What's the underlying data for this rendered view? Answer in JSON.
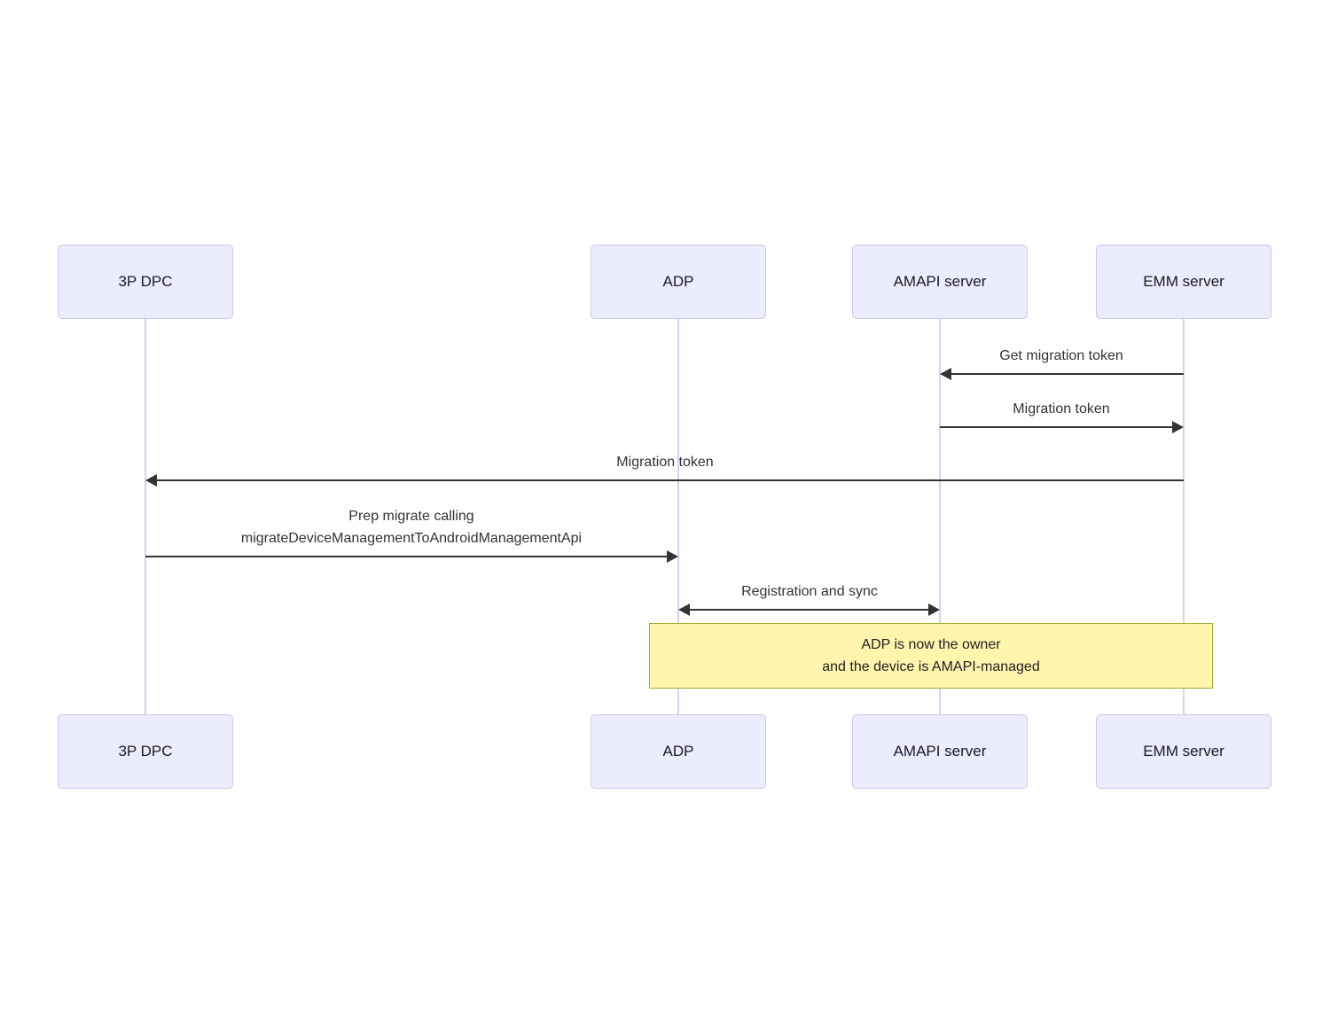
{
  "diagram": {
    "type": "sequence-diagram",
    "participants": [
      {
        "label": "3P DPC"
      },
      {
        "label": "ADP"
      },
      {
        "label": "AMAPI server"
      },
      {
        "label": "EMM server"
      }
    ],
    "messages": [
      {
        "label": "Get migration token",
        "from": "EMM server",
        "to": "AMAPI server",
        "direction": "left"
      },
      {
        "label": "Migration token",
        "from": "AMAPI server",
        "to": "EMM server",
        "direction": "right"
      },
      {
        "label": "Migration token",
        "from": "EMM server",
        "to": "3P DPC",
        "direction": "left"
      },
      {
        "line1": "Prep migrate calling",
        "line2": "migrateDeviceManagementToAndroidManagementApi",
        "from": "3P DPC",
        "to": "ADP",
        "direction": "right"
      },
      {
        "label": "Registration and sync",
        "from": "ADP",
        "to": "AMAPI server",
        "direction": "both"
      }
    ],
    "note": {
      "line1": "ADP is now the owner",
      "line2": "and the device is AMAPI-managed",
      "spans": "ADP to EMM server"
    },
    "colors": {
      "actor_fill": "#ECECFF",
      "actor_border": "#CFC6EC",
      "lifeline": "#D8D0EE",
      "note_fill": "#FFF5AD",
      "note_border": "#AAAA33",
      "message_line": "#333333",
      "message_text": "#333333"
    }
  }
}
